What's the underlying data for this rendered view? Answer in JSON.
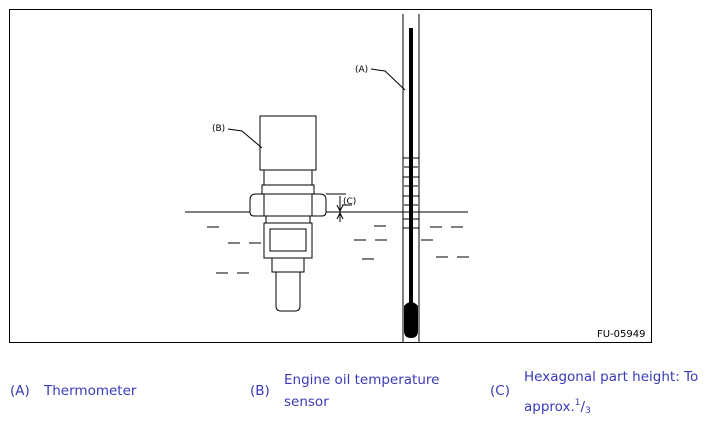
{
  "figure": {
    "code": "FU-05949",
    "callouts": {
      "a": "(A)",
      "b": "(B)",
      "c": "(C)"
    }
  },
  "legend": [
    {
      "key": "(A)",
      "text": "Thermometer"
    },
    {
      "key": "(B)",
      "lines": [
        "Engine oil temperature",
        "sensor"
      ]
    },
    {
      "key": "(C)",
      "lines": [
        "Hexagonal part height: To",
        "approx."
      ],
      "fraction": {
        "num": "1",
        "den": "3"
      }
    }
  ],
  "colors": {
    "legend_text": "#3a3ab8",
    "line": "#000000"
  }
}
